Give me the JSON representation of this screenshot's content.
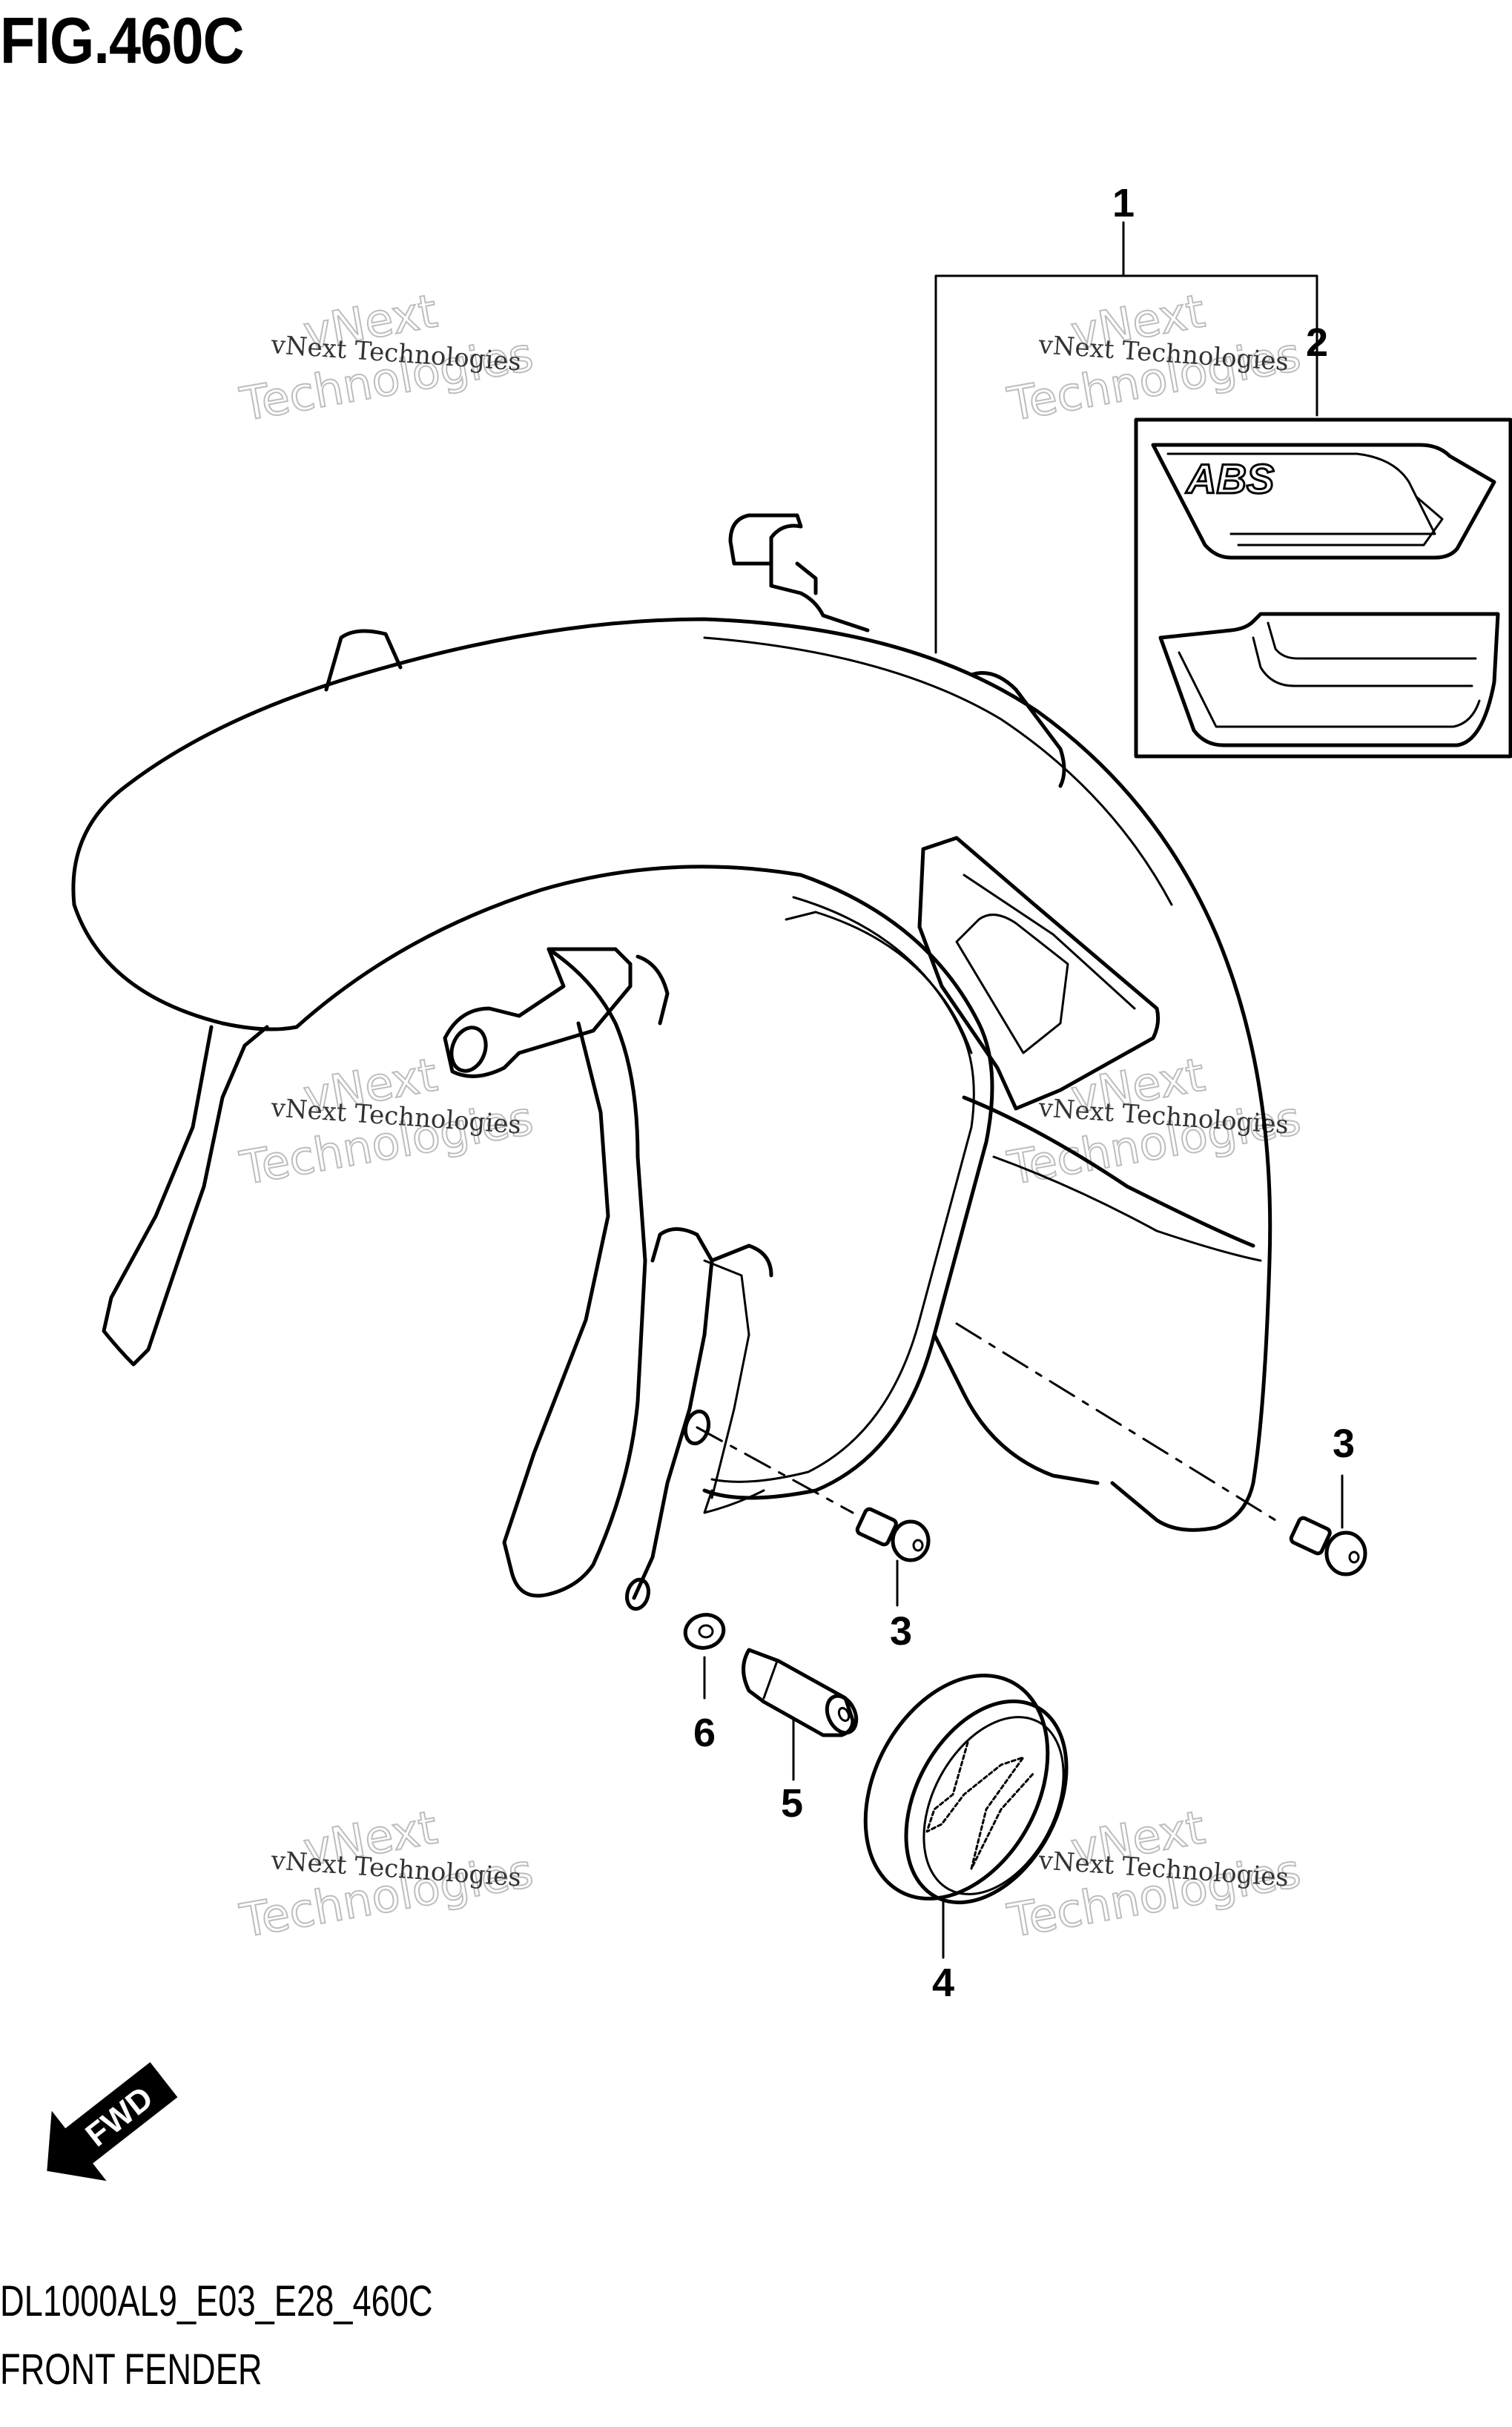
{
  "figure": {
    "title": "FIG.460C",
    "model_code": "DL1000AL9_E03_E28_460C",
    "caption": "FRONT FENDER"
  },
  "callouts": [
    "1",
    "2",
    "3",
    "3",
    "4",
    "5",
    "6"
  ],
  "watermark": {
    "small_text": "vNext Technologies",
    "big_line1": "vNext",
    "big_line2": "Technologies"
  },
  "fwd_label": "FWD",
  "emblem_text": "ABS",
  "colors": {
    "line": "#000000",
    "background": "#ffffff",
    "watermark": "#bdbdbd"
  }
}
